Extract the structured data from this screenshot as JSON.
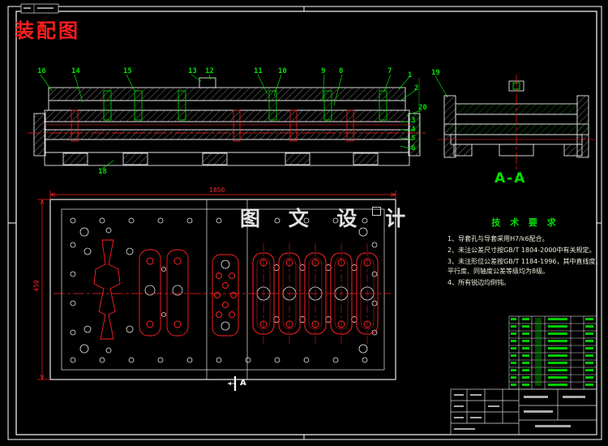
{
  "sheet": {
    "background": "#000000"
  },
  "title": {
    "text": "装配图"
  },
  "assembly": {
    "callouts": [
      {
        "label": "16"
      },
      {
        "label": "14"
      },
      {
        "label": "15"
      },
      {
        "label": "13"
      },
      {
        "label": "12"
      },
      {
        "label": "11"
      },
      {
        "label": "10"
      },
      {
        "label": "9"
      },
      {
        "label": "8"
      },
      {
        "label": "7"
      },
      {
        "label": "1"
      },
      {
        "label": "2"
      },
      {
        "label": "19"
      },
      {
        "label": "20"
      },
      {
        "label": "3"
      },
      {
        "label": "4"
      },
      {
        "label": "5"
      },
      {
        "label": "6"
      },
      {
        "label": "18"
      }
    ]
  },
  "section_view": {
    "label": "A-A"
  },
  "plan_view": {
    "width_dim": "1850",
    "height_dim": "450",
    "section_letter": "A"
  },
  "watermark": {
    "text": "图 文 设 计"
  },
  "tech_requirements": {
    "title": "技 术 要 求",
    "items": [
      "1、导套孔与导套采用H7/k6配合。",
      "2、未注公差尺寸按GB/T 1804-2000中有关规定。",
      "3、未注形位公差按GB/T 1184-1996，其中直线度、平行度、同轴度公差等级均为8级。",
      "4、所有锐边均倒钝。"
    ]
  },
  "colors": {
    "line": "#e8e8e8",
    "red": "#ff2020",
    "green": "#00e000"
  }
}
